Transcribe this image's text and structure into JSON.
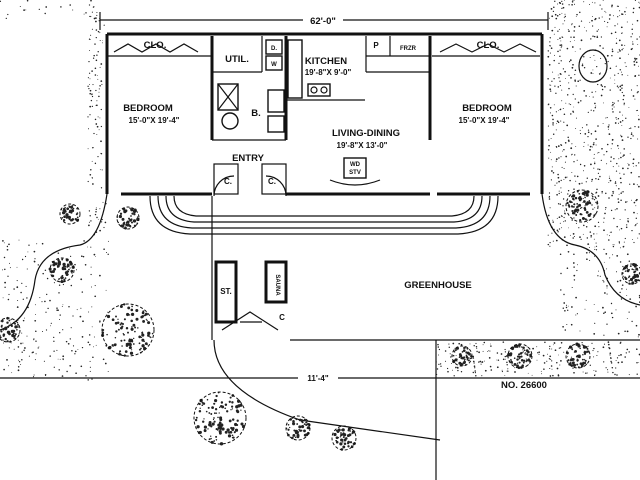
{
  "dimensions": {
    "overall_width": "62'-0\"",
    "greenhouse_width": "11'-4\""
  },
  "rooms": {
    "closet_left": "CLO.",
    "closet_right": "CLO.",
    "util": "UTIL.",
    "dryer": "D.",
    "washer": "W",
    "kitchen_name": "KITCHEN",
    "kitchen_size": "19'-8\"X 9'-0\"",
    "pantry": "P",
    "freezer": "FRZR",
    "bedroom_left_name": "BEDROOM",
    "bedroom_left_size": "15'-0\"X 19'-4\"",
    "bedroom_right_name": "BEDROOM",
    "bedroom_right_size": "15'-0\"X 19'-4\"",
    "bath": "B.",
    "living_name": "LIVING-DINING",
    "living_size": "19'-8\"X 13'-0\"",
    "entry": "ENTRY",
    "closet_entry_left": "C.",
    "closet_entry_right": "C.",
    "stove_top": "WD",
    "stove_bottom": "STV",
    "greenhouse": "GREENHOUSE",
    "storage": "ST.",
    "sauna": "SAUNA",
    "greenhouse_closet": "C"
  },
  "plan_number": "NO. 26600"
}
